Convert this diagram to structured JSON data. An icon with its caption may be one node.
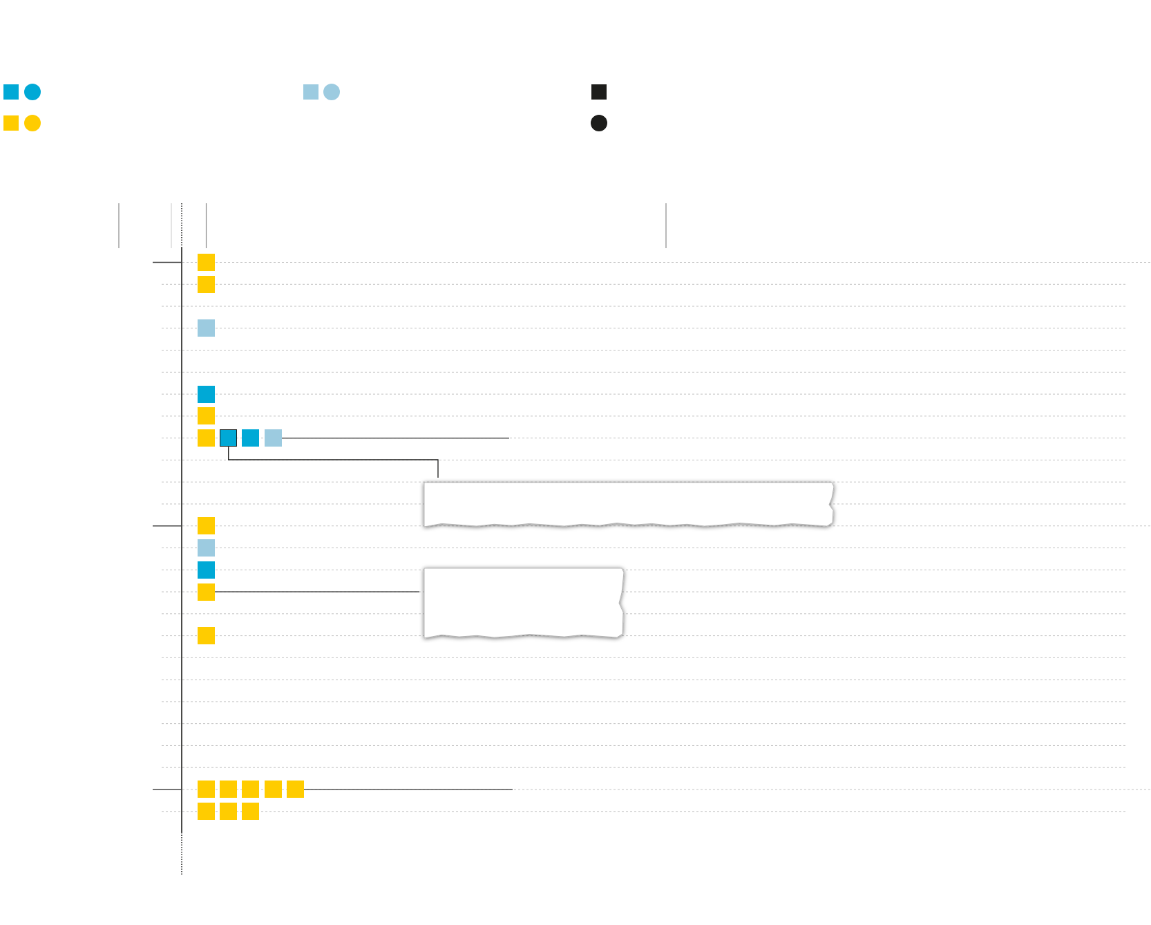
{
  "diagram": {
    "nodes": [
      {
        "text": [],
        "shape": "square"
      },
      {
        "text": [],
        "shape": "square"
      },
      {
        "text": [],
        "shape": "paper"
      },
      {
        "text": [],
        "shape": "square"
      },
      {
        "text": [],
        "shape": "paper"
      },
      {
        "text": [],
        "shape": "square"
      }
    ],
    "edges": [
      {
        "from": 0,
        "to": 2,
        "arrow": "none"
      },
      {
        "from": 1,
        "to": null,
        "arrow": "none"
      },
      {
        "from": 3,
        "to": 4,
        "arrow": "none"
      },
      {
        "from": 5,
        "to": null,
        "arrow": "none"
      }
    ]
  }
}
